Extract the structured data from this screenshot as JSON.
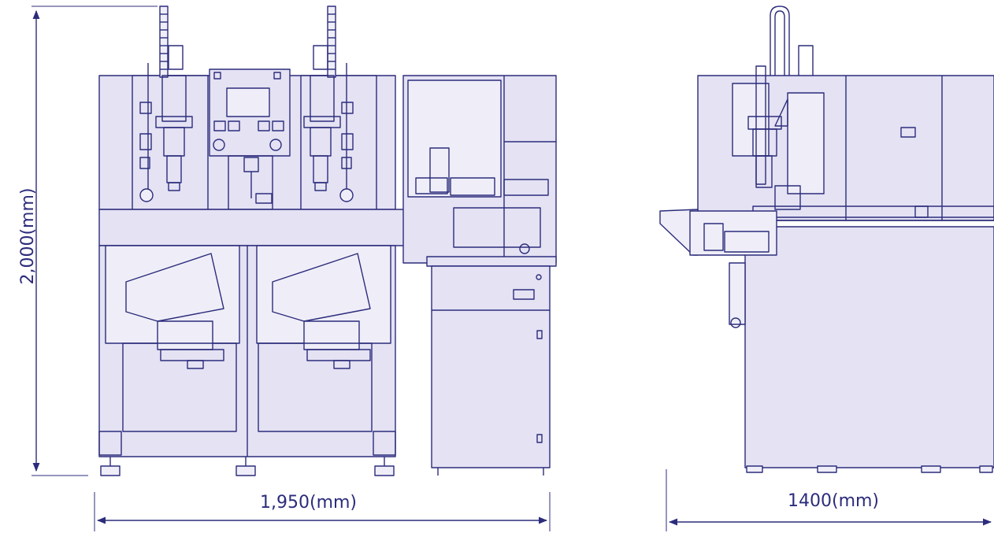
{
  "dimensions": {
    "height_label": "2,000(mm)",
    "front_width_label": "1,950(mm)",
    "side_width_label": "1400(mm)"
  },
  "colors": {
    "line": "#2c2c7c",
    "fill": "#e4e2f3",
    "fill_light": "#efeef8",
    "background": "#ffffff"
  },
  "views": {
    "front": "front-view-machine",
    "side": "side-view-machine"
  }
}
